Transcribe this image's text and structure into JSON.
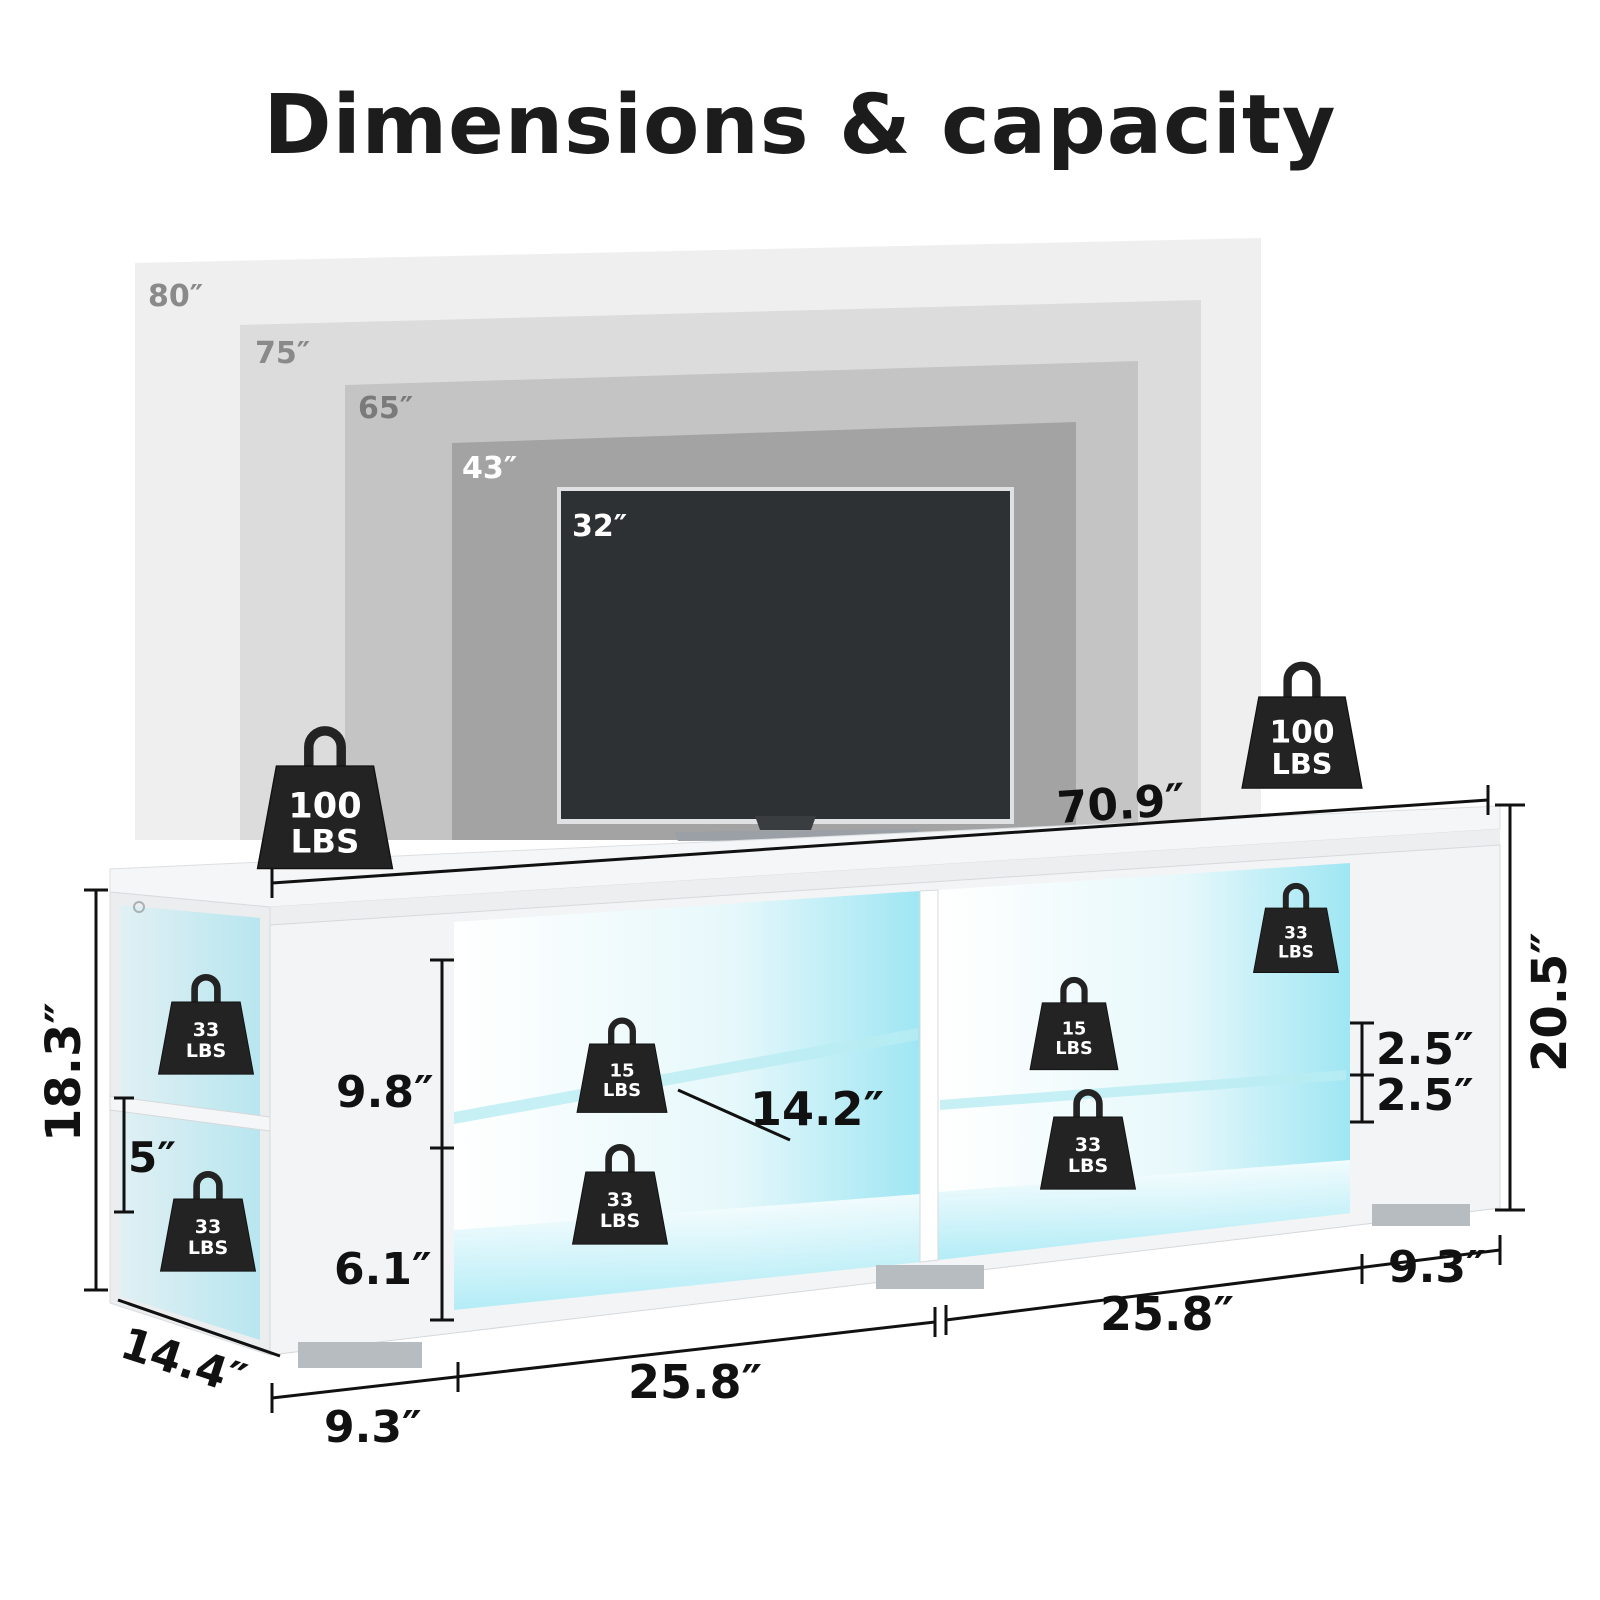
{
  "title": "Dimensions & capacity",
  "tv_sizes": [
    {
      "label": "80″",
      "fill": "#efefef",
      "text_color": "#8a8a8a"
    },
    {
      "label": "75″",
      "fill": "#dcdcdc",
      "text_color": "#8a8a8a"
    },
    {
      "label": "65″",
      "fill": "#c4c4c4",
      "text_color": "#7a7a7a"
    },
    {
      "label": "43″",
      "fill": "#a3a3a3",
      "text_color": "#ffffff"
    },
    {
      "label": "32″",
      "fill": "#2e3133",
      "text_color": "#ffffff"
    }
  ],
  "dimensions": {
    "top_width": "70.9″",
    "total_height": "20.5″",
    "side_height": "18.3″",
    "side_shelf_gap": "5″",
    "depth": "14.4″",
    "upper_compartment": "9.8″",
    "lower_compartment": "6.1″",
    "glass_shelf_depth": "14.2″",
    "right_upper_gap": "2.5″",
    "right_lower_gap": "2.5″",
    "left_side_width": "9.3″",
    "left_cabinet_width": "25.8″",
    "right_cabinet_width": "25.8″",
    "right_side_width": "9.3″"
  },
  "weights": {
    "top_left": {
      "line1": "100",
      "line2": "LBS"
    },
    "top_right": {
      "line1": "100",
      "line2": "LBS"
    },
    "side_upper": {
      "line1": "33",
      "line2": "LBS"
    },
    "side_lower": {
      "line1": "33",
      "line2": "LBS"
    },
    "left_glass": {
      "line1": "15",
      "line2": "LBS"
    },
    "left_bottom": {
      "line1": "33",
      "line2": "LBS"
    },
    "right_glass": {
      "line1": "15",
      "line2": "LBS"
    },
    "right_bottom": {
      "line1": "33",
      "line2": "LBS"
    },
    "right_top_shelf": {
      "line1": "33",
      "line2": "LBS"
    }
  },
  "colors": {
    "cabinet": "#f2f3f4",
    "led_glow": "#8fe3f2",
    "weight_body": "#232323"
  }
}
